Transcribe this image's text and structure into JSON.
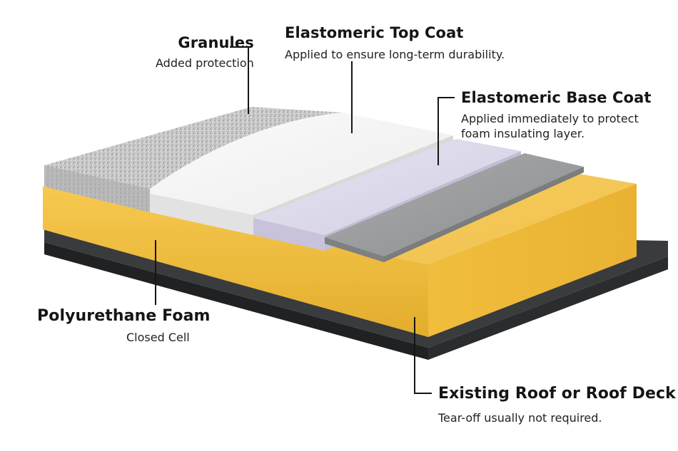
{
  "labels": {
    "granules": {
      "title": "Granules",
      "subtitle": "Added protection"
    },
    "top_coat": {
      "title": "Elastomeric Top Coat",
      "subtitle": "Applied to ensure long-term durability."
    },
    "base_coat": {
      "title": "Elastomeric Base Coat",
      "subtitle": "Applied immediately to protect foam insulating layer."
    },
    "foam": {
      "title": "Polyurethane Foam",
      "subtitle": "Closed Cell"
    },
    "deck": {
      "title": "Existing Roof or Roof Deck",
      "subtitle": "Tear-off usually not required."
    }
  },
  "colors": {
    "granules": "#c9c9c9",
    "top_coat": "#f4f4f4",
    "base_coat": "#dcd8ea",
    "grey_layer": "#9a9c9e",
    "foam": "#f3c64f",
    "deck": "#2e2f31",
    "leader_line": "#151515"
  }
}
